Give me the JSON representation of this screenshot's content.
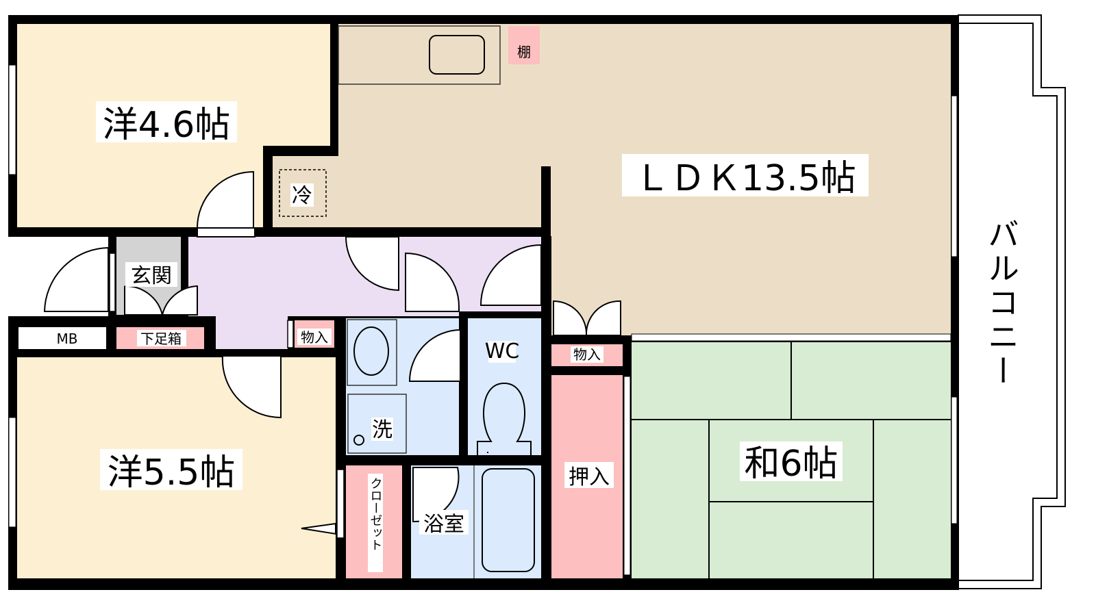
{
  "colors": {
    "western": "#fdf0d2",
    "ldk": "#ecdec6",
    "hall": "#ecdff3",
    "entrance": "#d3d3d3",
    "wet": "#dbeafc",
    "storage": "#fdbfbf",
    "tatami": "#d7ecd2",
    "wall": "#000000"
  },
  "rooms": {
    "western1": "洋4.6帖",
    "ldk": "ＬＤＫ13.5帖",
    "refrigerator": "冷",
    "shelf": "棚",
    "entrance": "玄関",
    "meter_box": "MB",
    "shoe_box": "下足箱",
    "storage1": "物入",
    "western2": "洋5.5帖",
    "washer": "洗",
    "wc": "WC",
    "bath": "浴室",
    "closet": "クローゼット",
    "storage2": "物入",
    "oshiire": "押入",
    "japanese": "和6帖",
    "balcony": "バルコニー"
  }
}
